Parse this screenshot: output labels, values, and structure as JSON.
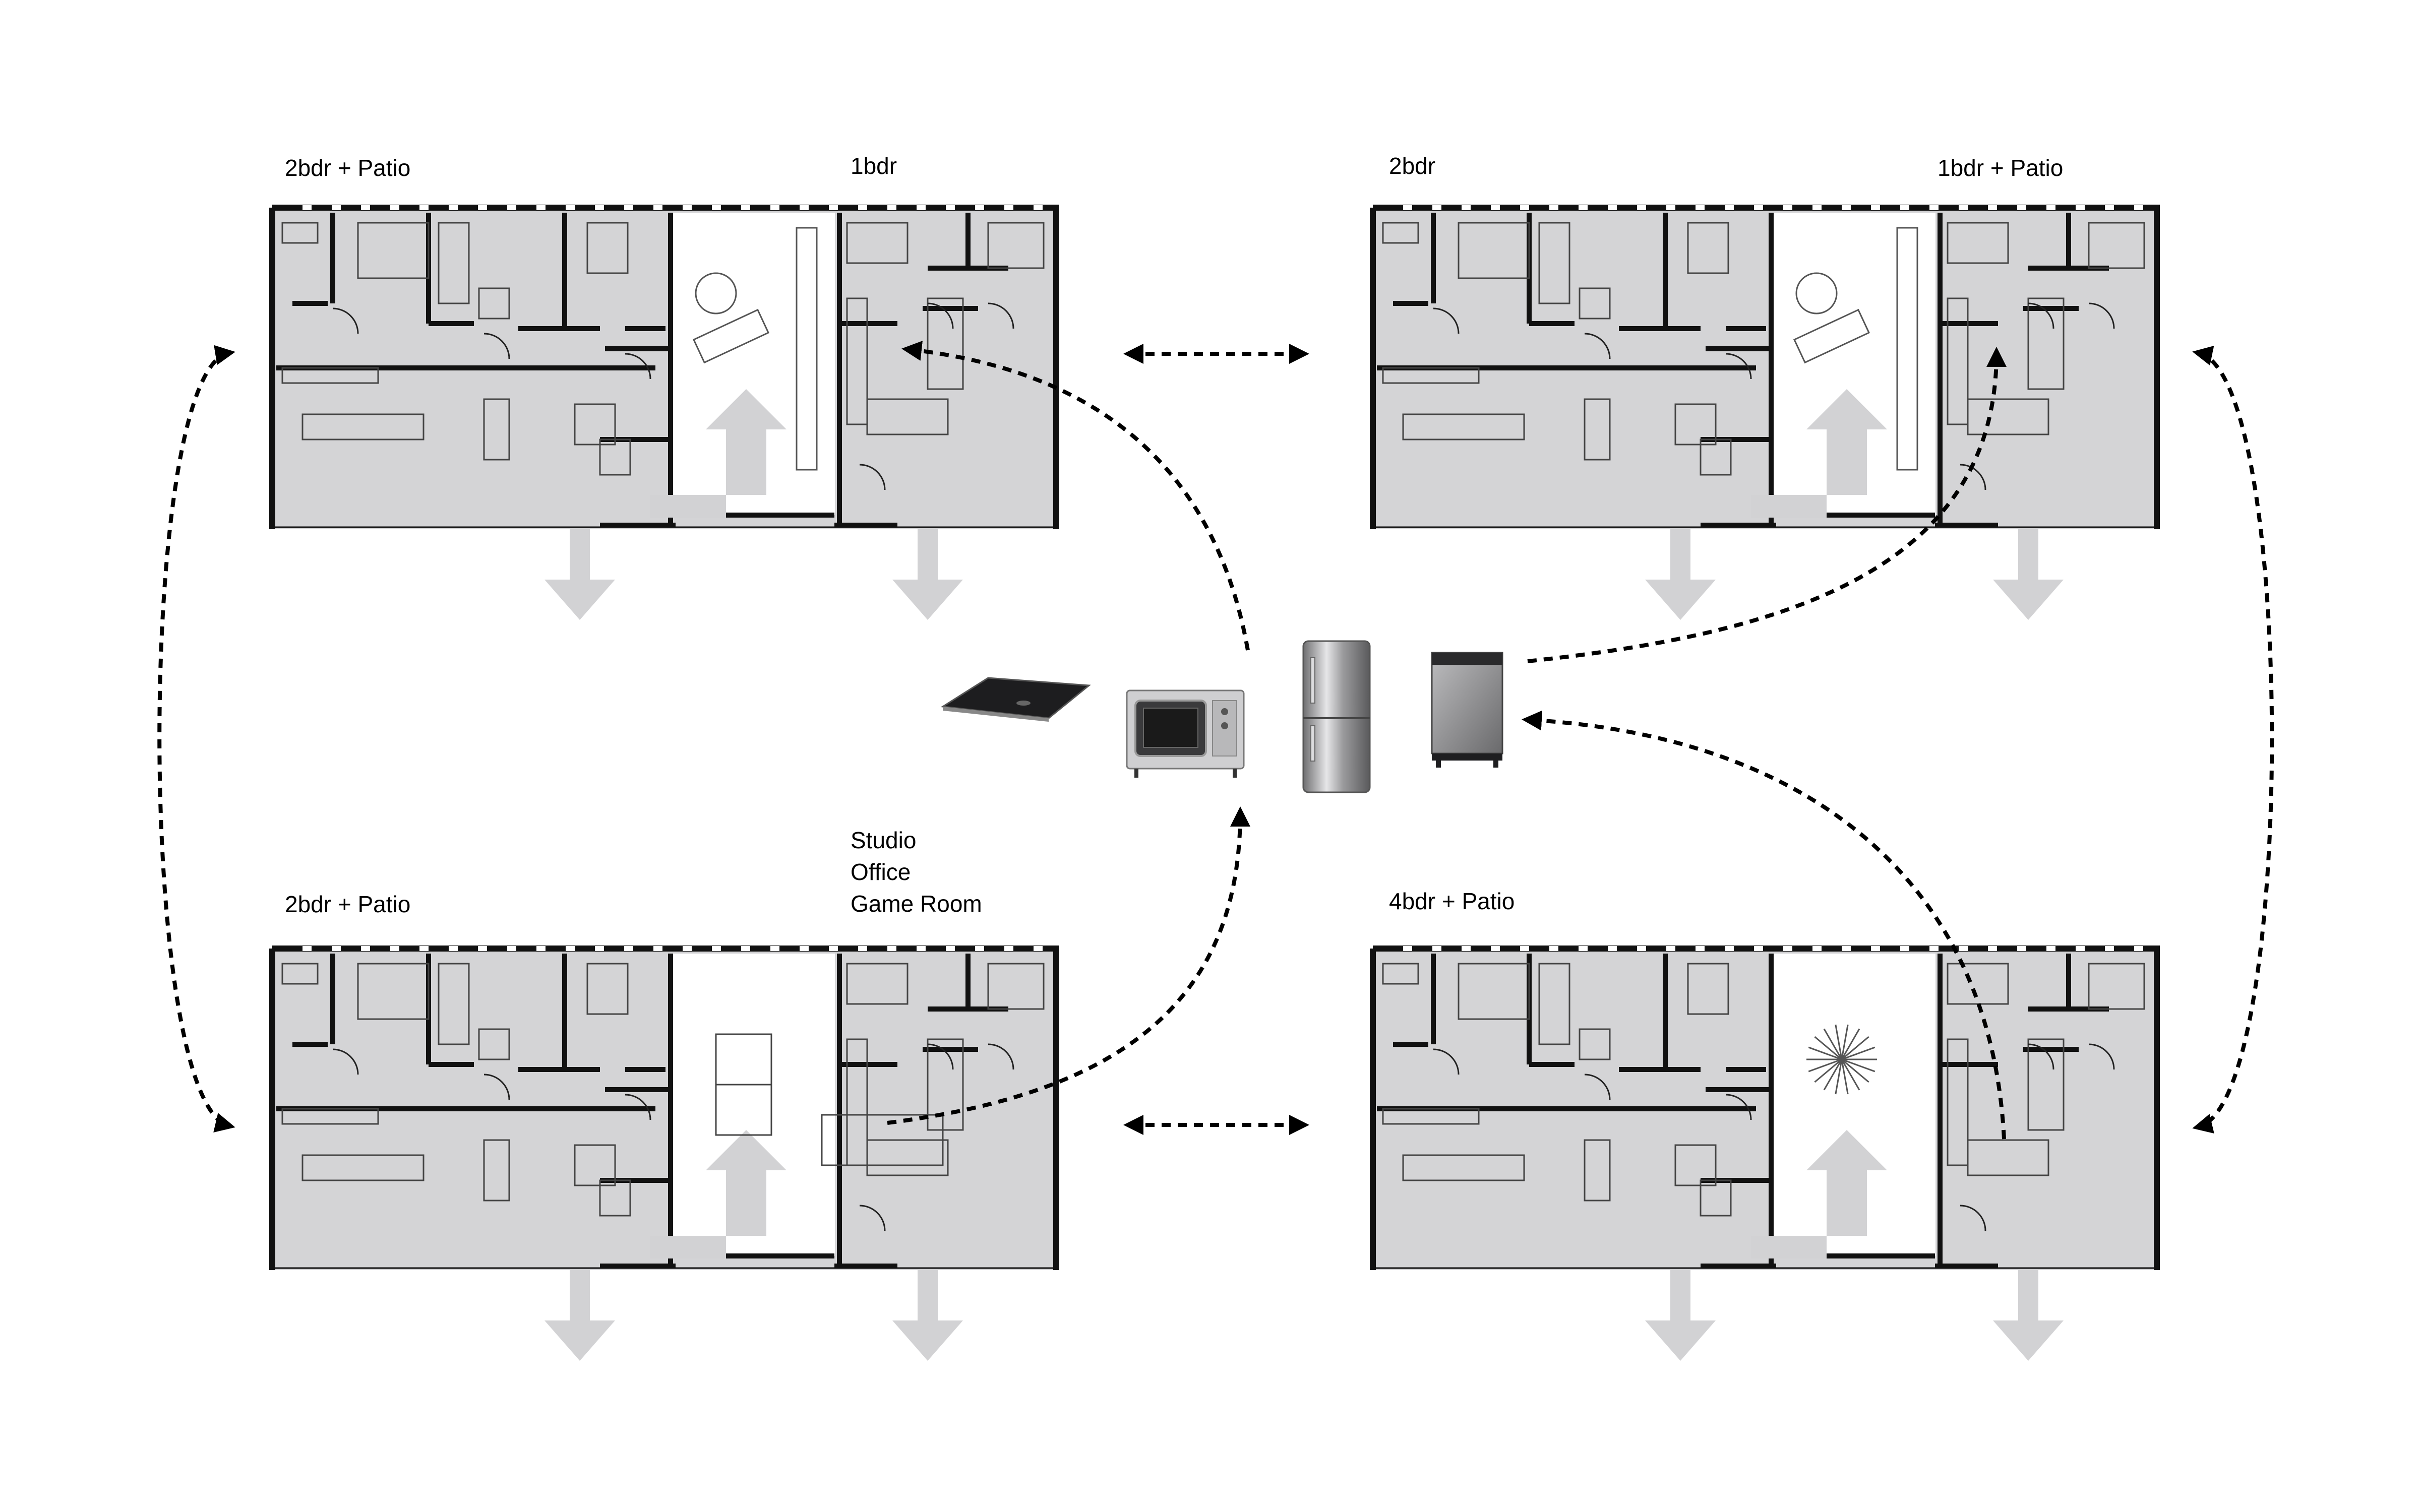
{
  "labels": {
    "top_left_a": "2bdr + Patio",
    "top_left_b": "1bdr",
    "top_right_a": "2bdr",
    "top_right_b": "1bdr + Patio",
    "bottom_left_a": "2bdr + Patio",
    "bottom_left_b": [
      "Studio",
      "Office",
      "Game Room"
    ],
    "bottom_right_a": "4bdr + Patio"
  },
  "appliances": [
    "cooktop-icon",
    "convection-oven-icon",
    "refrigerator-icon",
    "dishwasher-icon"
  ],
  "colors": {
    "floor": "#d4d4d6",
    "wall": "#111111",
    "arrow": "#d2d2d4",
    "court": "#ffffff",
    "line": "#000000"
  }
}
